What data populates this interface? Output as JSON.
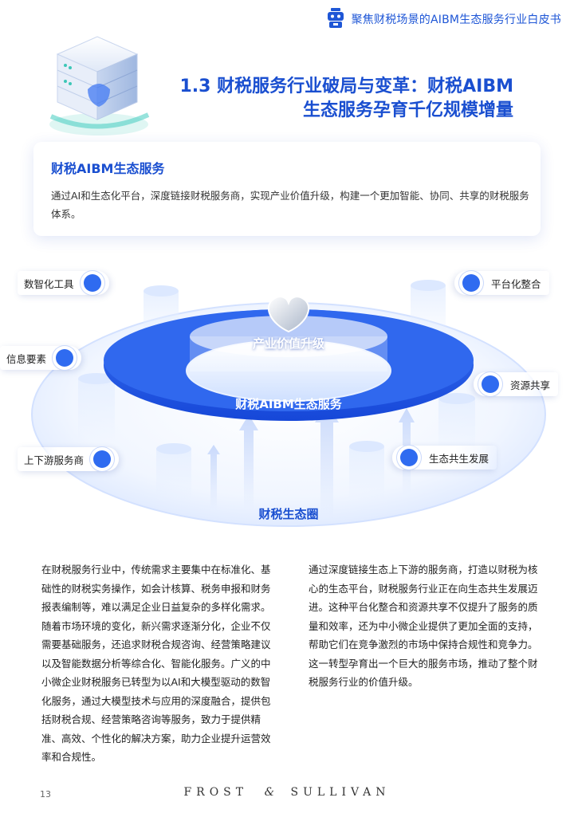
{
  "header": {
    "title": "聚焦财税场景的AIBM生态服务行业白皮书",
    "icon": "robot-icon"
  },
  "section": {
    "title_line1": "1.3 财税服务行业破局与变革：财税AIBM",
    "title_line2": "生态服务孕育千亿规模增量"
  },
  "card": {
    "title": "财税AIBM生态服务",
    "body": "通过AI和生态化平台，深度链接财税服务商，实现产业价值升级，构建一个更加智能、协同、共享的财税服务体系。"
  },
  "diagram": {
    "center_top": "产业价值升级",
    "ring_label": "财税AIBM生态服务",
    "outer_label": "财税生态圈",
    "left_items": [
      "数智化工具",
      "信息要素",
      "上下游服务商"
    ],
    "right_items": [
      "平台化整合",
      "资源共享",
      "生态共生发展"
    ],
    "colors": {
      "primary": "#2f6bf0",
      "ring_dark": "#1d4fe0",
      "ring_light": "#5b8cf7",
      "pale": "#eaf1ff"
    }
  },
  "body": {
    "left": "在财税服务行业中，传统需求主要集中在标准化、基础性的财税实务操作，如会计核算、税务申报和财务报表编制等，难以满足企业日益复杂的多样化需求。随着市场环境的变化，新兴需求逐渐分化，企业不仅需要基础服务，还追求财税合规咨询、经营策略建议以及智能数据分析等综合化、智能化服务。广义的中小微企业财税服务已转型为以AI和大模型驱动的数智化服务，通过大模型技术与应用的深度融合，提供包括财税合规、经营策略咨询等服务，致力于提供精准、高效、个性化的解决方案，助力企业提升运营效率和合规性。",
    "right": "通过深度链接生态上下游的服务商，打造以财税为核心的生态平台，财税服务行业正在向生态共生发展迈进。这种平台化整合和资源共享不仅提升了服务的质量和效率，还为中小微企业提供了更加全面的支持，帮助它们在竞争激烈的市场中保持合规性和竞争力。这一转型孕育出一个巨大的服务市场，推动了整个财税服务行业的价值升级。"
  },
  "footer": {
    "page": "13",
    "brand_left": "FROST",
    "ampersand": "&",
    "brand_right": "SULLIVAN"
  }
}
